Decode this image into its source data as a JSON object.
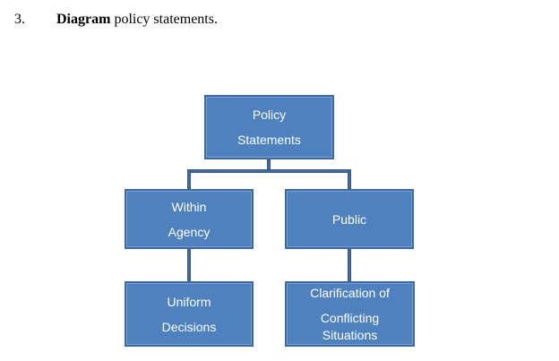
{
  "heading": {
    "number": "3.",
    "bold_word": "Diagram",
    "rest": " policy statements."
  },
  "diagram": {
    "type": "org-chart",
    "colors": {
      "box_fill": "#4e81bd",
      "box_border": "#3d69a5",
      "connector": "#44699e",
      "text": "#ffffff",
      "page_background": "#ffffff"
    },
    "root": "Policy Statements",
    "hierarchy": [
      {
        "node": "Policy Statements",
        "children": [
          {
            "node": "Within Agency",
            "children": [
              {
                "node": "Uniform Decisions"
              }
            ]
          },
          {
            "node": "Public",
            "children": [
              {
                "node": "Clarification of Conflicting Situations"
              }
            ]
          }
        ]
      }
    ],
    "boxes": {
      "policy": {
        "lines": [
          "Policy",
          "Statements"
        ]
      },
      "within": {
        "lines": [
          "Within",
          "Agency"
        ]
      },
      "public": {
        "lines": [
          "Public"
        ]
      },
      "uniform": {
        "lines": [
          "Uniform",
          "Decisions"
        ]
      },
      "clarification": {
        "lines": [
          "Clarification of",
          "Conflicting",
          "Situations"
        ]
      }
    }
  }
}
